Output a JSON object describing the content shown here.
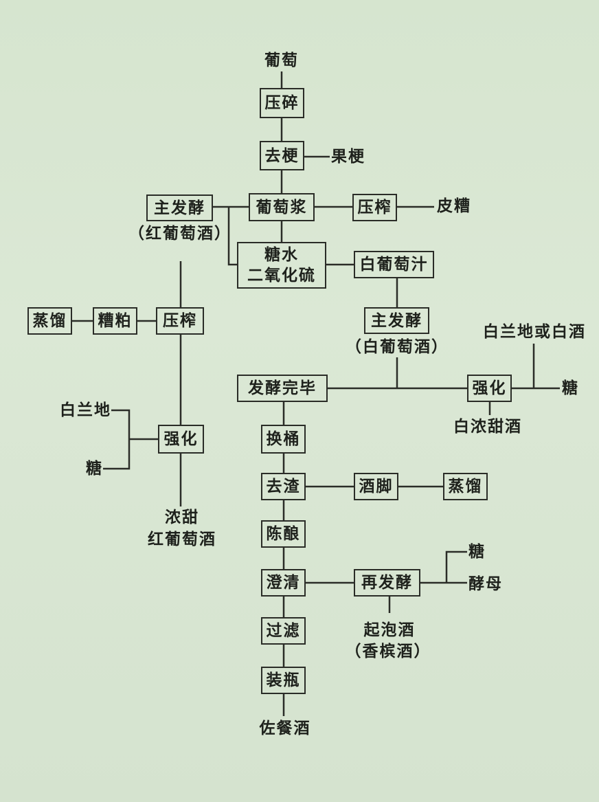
{
  "nodes": {
    "grape": "葡萄",
    "crush": "压碎",
    "destem": "去梗",
    "stems": "果梗",
    "must": "葡萄浆",
    "press_top": "压榨",
    "pomace": "皮糟",
    "red_primary": "主发酵",
    "red_wine_note": "（红葡萄酒）",
    "sugar_so2_line1": "糖水",
    "sugar_so2_line2": "二氧化硫",
    "white_juice": "白葡萄汁",
    "white_primary": "主发酵",
    "white_wine_note": "（白葡萄酒）",
    "distill_left": "蒸馏",
    "marc": "糟粕",
    "press_left": "压榨",
    "ferment_done": "发酵完毕",
    "fortify_right": "强化",
    "brandy_or_spirit": "白兰地或白酒",
    "sugar_right": "糖",
    "white_sweet_wine": "白浓甜酒",
    "brandy_left": "白兰地",
    "sugar_left": "糖",
    "fortify_left": "强化",
    "sweet_red_line1": "浓甜",
    "sweet_red_line2": "红葡萄酒",
    "racking": "换桶",
    "remove_lees": "去渣",
    "lees": "酒脚",
    "distill_right": "蒸馏",
    "aging": "陈酿",
    "clarify": "澄清",
    "refermentation": "再发酵",
    "sugar_sparkling": "糖",
    "yeast": "酵母",
    "sparkling_wine": "起泡酒",
    "champagne_note": "（香槟酒）",
    "filtration": "过滤",
    "bottling": "装瓶",
    "table_wine": "佐餐酒"
  }
}
